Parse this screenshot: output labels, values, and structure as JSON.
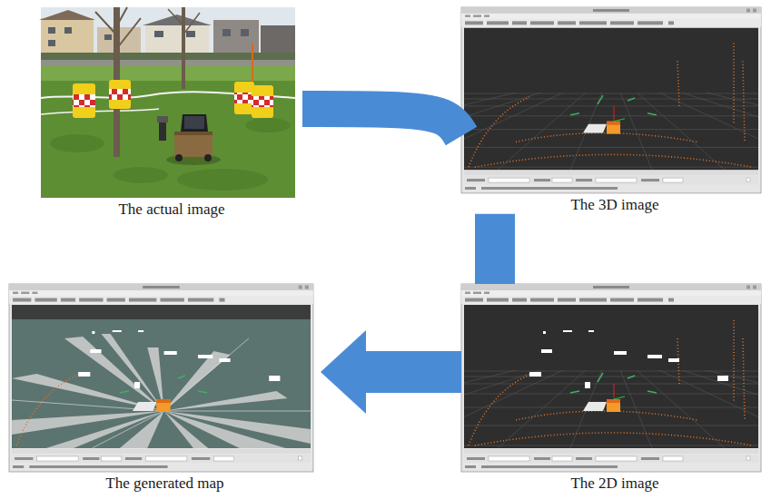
{
  "diagram": {
    "nodes": [
      {
        "text": [
          "The actual image"
        ]
      },
      {
        "text": [
          "The 3D image"
        ]
      },
      {
        "text": [
          "The generated map"
        ]
      },
      {
        "text": [
          "The 2D image"
        ]
      }
    ],
    "edges": [
      {
        "from": 0,
        "to": 1,
        "arrow": "none"
      },
      {
        "from": 1,
        "to": 3,
        "arrow": "none"
      },
      {
        "from": 3,
        "to": 2,
        "arrow": "to"
      }
    ]
  }
}
